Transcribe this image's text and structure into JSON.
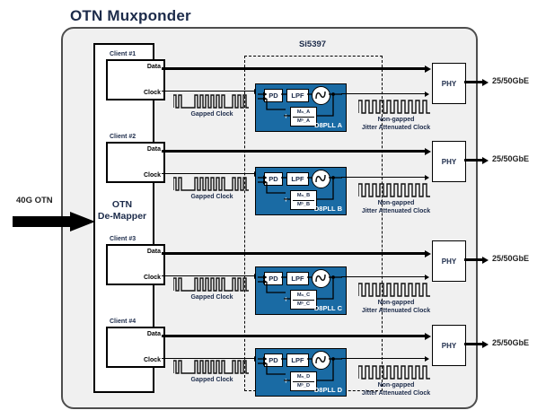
{
  "title": "OTN Muxponder",
  "input": {
    "label": "40G OTN",
    "icon": "right-arrow-icon"
  },
  "demapper": {
    "line1": "OTN",
    "line2": "De-Mapper"
  },
  "si_chip": {
    "label": "Si5397"
  },
  "ports": {
    "data": "Data",
    "clock": "Clock"
  },
  "waveforms": {
    "gapped": "Gapped Clock",
    "clean_line1": "Non-gapped",
    "clean_line2": "Jitter Attenuated Clock"
  },
  "pll_blocks": {
    "pd": "PD",
    "lpf": "LPF",
    "vco": "vco-icon"
  },
  "phy": {
    "label": "PHY"
  },
  "channels": [
    {
      "client": "Client #1",
      "pll": "D8PLL A",
      "m_num": "Mₙ_A",
      "m_den": "Mᵇ_A",
      "output": "25/50GbE"
    },
    {
      "client": "Client #2",
      "pll": "D8PLL B",
      "m_num": "Mₙ_B",
      "m_den": "Mᵇ_B",
      "output": "25/50GbE"
    },
    {
      "client": "Client #3",
      "pll": "D8PLL C",
      "m_num": "Mₙ_C",
      "m_den": "Mᵇ_C",
      "output": "25/50GbE"
    },
    {
      "client": "Client #4",
      "pll": "D8PLL D",
      "m_num": "Mₙ_D",
      "m_den": "Mᵇ_D",
      "output": "25/50GbE"
    }
  ],
  "colors": {
    "pll_blue": "#1a6ba4",
    "panel_gray": "#f0f0f0",
    "navy_text": "#1c2b4a",
    "border": "#4d4d4d"
  }
}
